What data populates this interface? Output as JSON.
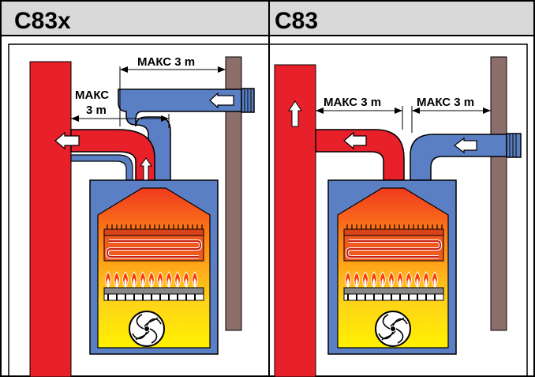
{
  "panels": [
    {
      "title": "C83x",
      "labels": {
        "top": "МАКС 3 m",
        "left_line1": "МАКС",
        "left_line2": "3 m"
      }
    },
    {
      "title": "C83",
      "labels": {
        "left": "МАКС 3 m",
        "right": "МАКС 3 m"
      }
    }
  ],
  "colors": {
    "exhaust": "#e8202a",
    "intake": "#5b7fc4",
    "boiler_body": "#5b7fc4",
    "header_bg": "#d9d9d9",
    "wall": "#8c6e6a",
    "combustion_top": "#f03a1e",
    "combustion_bottom": "#fff100",
    "flame": "#ff3b00",
    "burner": "#888888"
  },
  "icons": [
    "up-arrow-icon",
    "left-arrow-icon",
    "fan-icon",
    "flame-icon",
    "heat-exchanger-icon"
  ]
}
